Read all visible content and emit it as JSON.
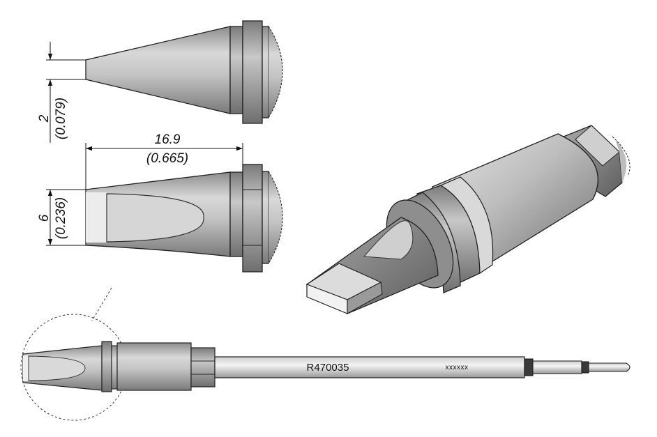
{
  "dimensions": {
    "thickness": {
      "mm": "2",
      "inch": "(0.079)"
    },
    "length": {
      "mm": "16.9",
      "inch": "(0.665)"
    },
    "width": {
      "mm": "6",
      "inch": "(0.236)"
    }
  },
  "cartridge": {
    "part_number": "R470035",
    "code": "xxxxxx"
  }
}
